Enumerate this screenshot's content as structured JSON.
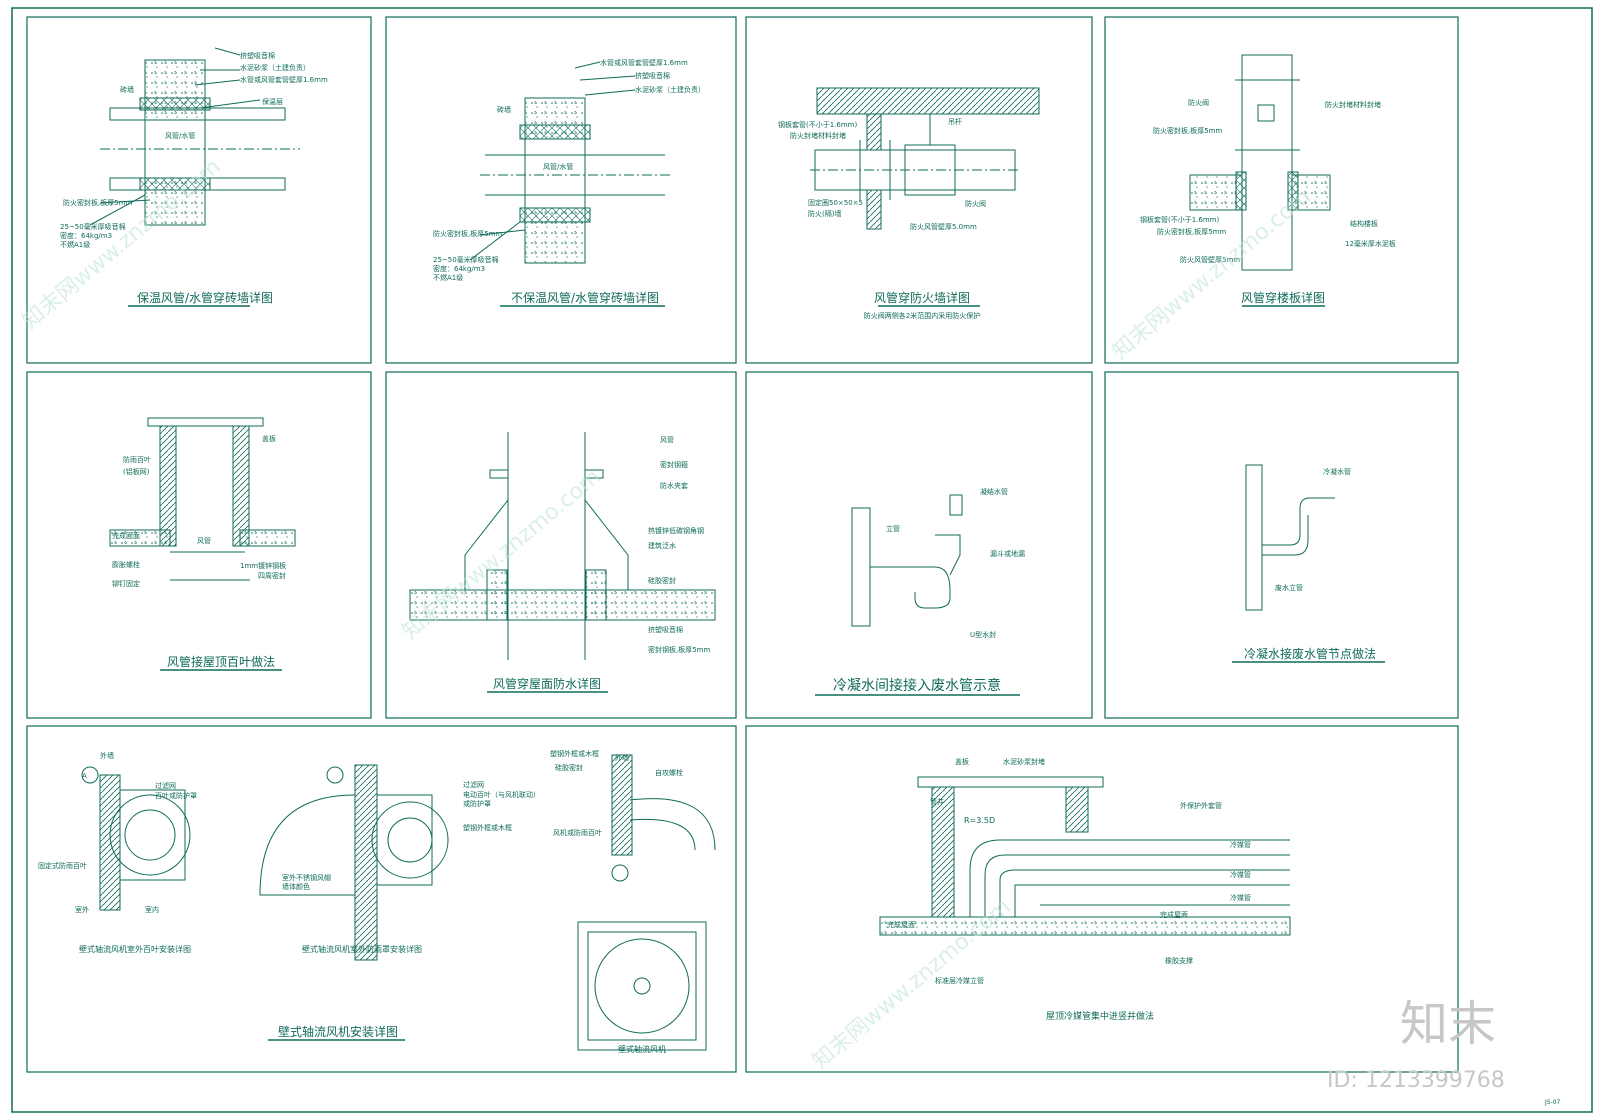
{
  "colors": {
    "line": "#0f6b5a",
    "hatch": "#0f6b5a",
    "watermark": "#bfe3da",
    "brand": "#c7c7c7"
  },
  "panels": [
    {
      "title": "保温风管/水管穿砖墙详图",
      "labels": [
        "防火密封板,板厚5mm",
        "25~50毫米厚吸音棉",
        "密度：64kg/m3",
        "不燃A1级",
        "风管/水管",
        "保温层",
        "砖墙",
        "水管或风管套管壁厚1.6mm",
        "水泥砂浆（土建负责）",
        "挤塑吸音棉"
      ]
    },
    {
      "title": "不保温风管/水管穿砖墙详图",
      "labels": [
        "水管或风管套管壁厚1.6mm",
        "挤塑吸音棉",
        "水泥砂浆（土建负责）",
        "砖墙",
        "风管/水管",
        "防火密封板,板厚5mm",
        "25~50毫米厚吸音棉",
        "密度：64kg/m3",
        "不燃A1级"
      ]
    },
    {
      "title": "风管穿防火墙详图",
      "subtitle": "防火阀两侧各2米范围内采用防火保护",
      "labels": [
        "钢板套管(不小于1.6mm)",
        "防火封堵材料封堵",
        "吊杆",
        "防火阀",
        "固定圈50×50×5",
        "防火(隔)墙",
        "防火风管壁厚5.0mm"
      ]
    },
    {
      "title": "风管穿楼板详图",
      "labels": [
        "防火阀",
        "防火封堵材料封堵",
        "防火密封板,板厚5mm",
        "钢板套管(不小于1.6mm)",
        "防火密封板,板厚5mm",
        "防火风管壁厚5mm",
        "结构楼板",
        "12毫米厚水泥板"
      ]
    },
    {
      "title": "风管接屋顶百叶做法",
      "labels": [
        "盖板",
        "防雨百叶",
        "(铝板网)",
        "完成面面",
        "膨胀螺栓",
        "铆钉固定",
        "风管",
        "1mm镀锌钢板",
        "四周密封"
      ]
    },
    {
      "title": "风管穿屋面防水详图",
      "labels": [
        "风管",
        "密封钢箍",
        "防水夹套",
        "热镀锌低碳钢角钢",
        "建筑泛水",
        "硅胶密封",
        "挤塑吸音棉",
        "密封钢板,板厚5mm"
      ]
    },
    {
      "title": "冷凝水间接接入废水管示意",
      "labels": [
        "凝结水管",
        "立管",
        "漏斗或地漏",
        "U型水封"
      ]
    },
    {
      "title": "冷凝水接废水管节点做法",
      "labels": [
        "冷凝水管",
        "废水立管"
      ]
    },
    {
      "title": "壁式轴流风机安装详图",
      "sub_titles": [
        "壁式轴流风机室外百叶安装详图",
        "壁式轴流风机室外防雨罩安装详图",
        "壁式轴流风机"
      ],
      "labels": [
        "外墙",
        "过滤网",
        "百叶或防护罩",
        "固定式防雨百叶",
        "室外",
        "室内",
        "过滤网",
        "电动百叶（与风机联动）",
        "或防护罩",
        "塑钢外框或木框",
        "室外不锈钢风帽",
        "墙体颜色",
        "塑钢外框或木框",
        "硅胶密封",
        "外墙",
        "自攻螺栓",
        "风机或防雨百叶",
        "A"
      ]
    },
    {
      "title": "屋顶冷媒管集中进竖井做法",
      "labels": [
        "盖板",
        "水泥砂浆封堵",
        "管井",
        "R=3.5D",
        "外保护外套管",
        "冷媒管",
        "冷媒管",
        "冷媒管",
        "完成屋面",
        "完成屋面",
        "标准层冷媒立管",
        "橡胶支撑"
      ]
    }
  ],
  "footer": {
    "brand": "知末",
    "id_text": "ID: 1213399768",
    "watermark_text": "知末网www.znzmo.com",
    "sheet_code": "JS-07"
  }
}
